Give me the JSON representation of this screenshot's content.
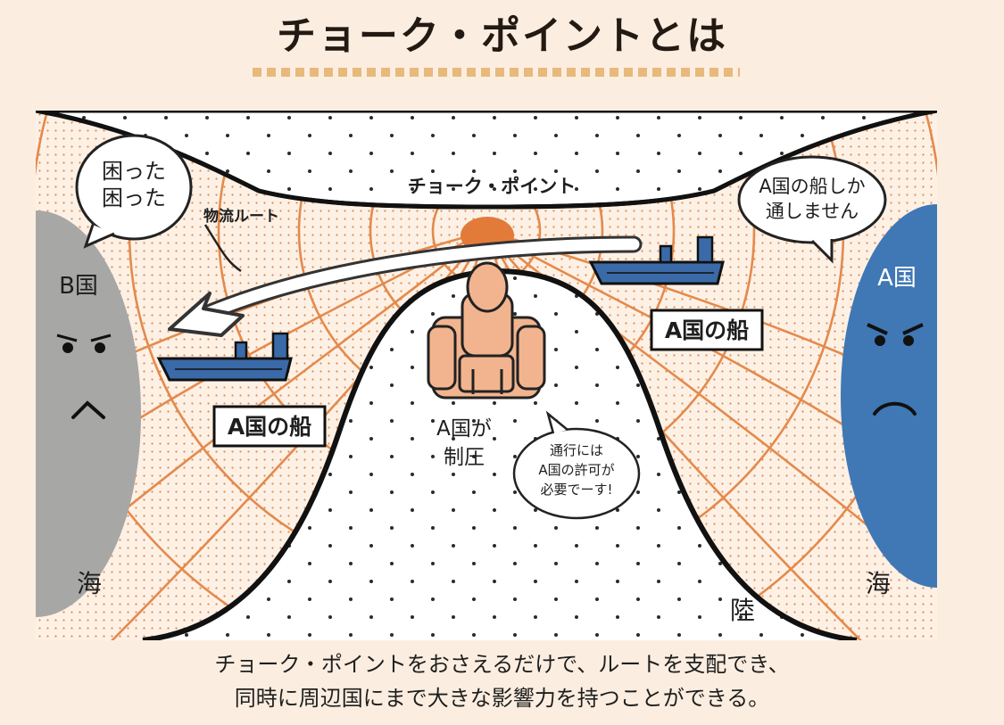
{
  "title": "チョーク・ポイントとは",
  "diagram": {
    "chokepoint_label": "チョーク・ポイント",
    "route_label": "物流ルート",
    "country_b": {
      "label": "B国",
      "speech": [
        "困った",
        "困った"
      ],
      "color": "#a7a7a6"
    },
    "country_a": {
      "label": "A国",
      "speech": [
        "A国の船しか",
        "通しません"
      ],
      "color": "#3f78b4"
    },
    "ship_label_right": "A国の船",
    "ship_label_left": "A国の船",
    "control_label": [
      "A国が",
      "制圧"
    ],
    "notice_speech": [
      "通行には",
      "A国の許可が",
      "必要でーす!"
    ],
    "sea_left": "海",
    "sea_right": "海",
    "land": "陸",
    "colors": {
      "grid": "#e48a4c",
      "chokepoint": "#e27b3a",
      "ship": "#3a6aa8",
      "figure": "#f2b48f",
      "sea_dots": "#3d6fb0",
      "background": "#fbeee0"
    }
  },
  "caption": [
    "チョーク・ポイントをおさえるだけで、ルートを支配でき、",
    "同時に周辺国にまで大きな影響力を持つことができる。"
  ]
}
